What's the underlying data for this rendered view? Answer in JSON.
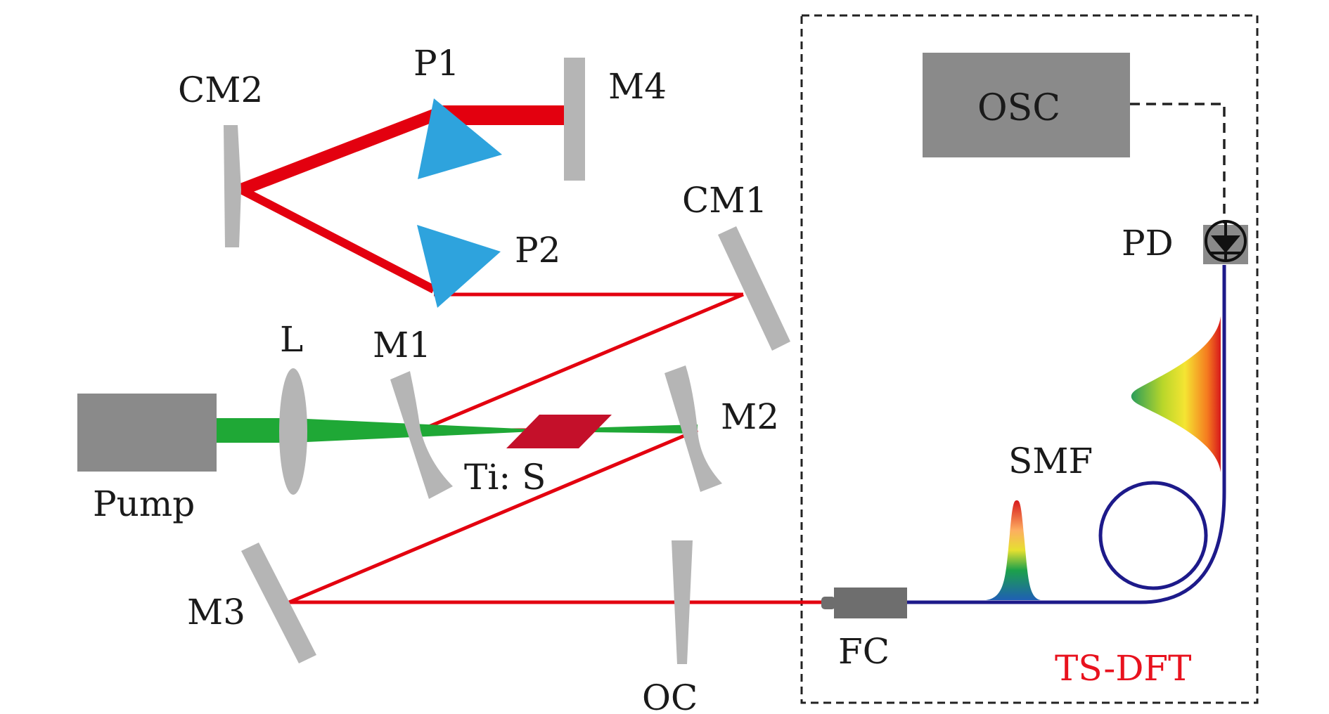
{
  "labels": {
    "cm2": "CM2",
    "p1": "P1",
    "m4": "M4",
    "cm1": "CM1",
    "p2": "P2",
    "l": "L",
    "m1": "M1",
    "m2": "M2",
    "tis": "Ti: S",
    "pump": "Pump",
    "m3": "M3",
    "oc": "OC",
    "fc": "FC",
    "smf": "SMF",
    "pd": "PD",
    "osc": "OSC",
    "tsdft": "TS-DFT"
  },
  "colors": {
    "laser_beam": "#e3000f",
    "pump_beam": "#1fa836",
    "prism": "#2ea3dd",
    "optic_gray": "#b5b5b5",
    "box_gray": "#8a8a8a",
    "crystal": "#c4102a",
    "fiber": "#1d1a8a",
    "annotation_red": "#e8121e",
    "dashed_border": "#222222"
  }
}
